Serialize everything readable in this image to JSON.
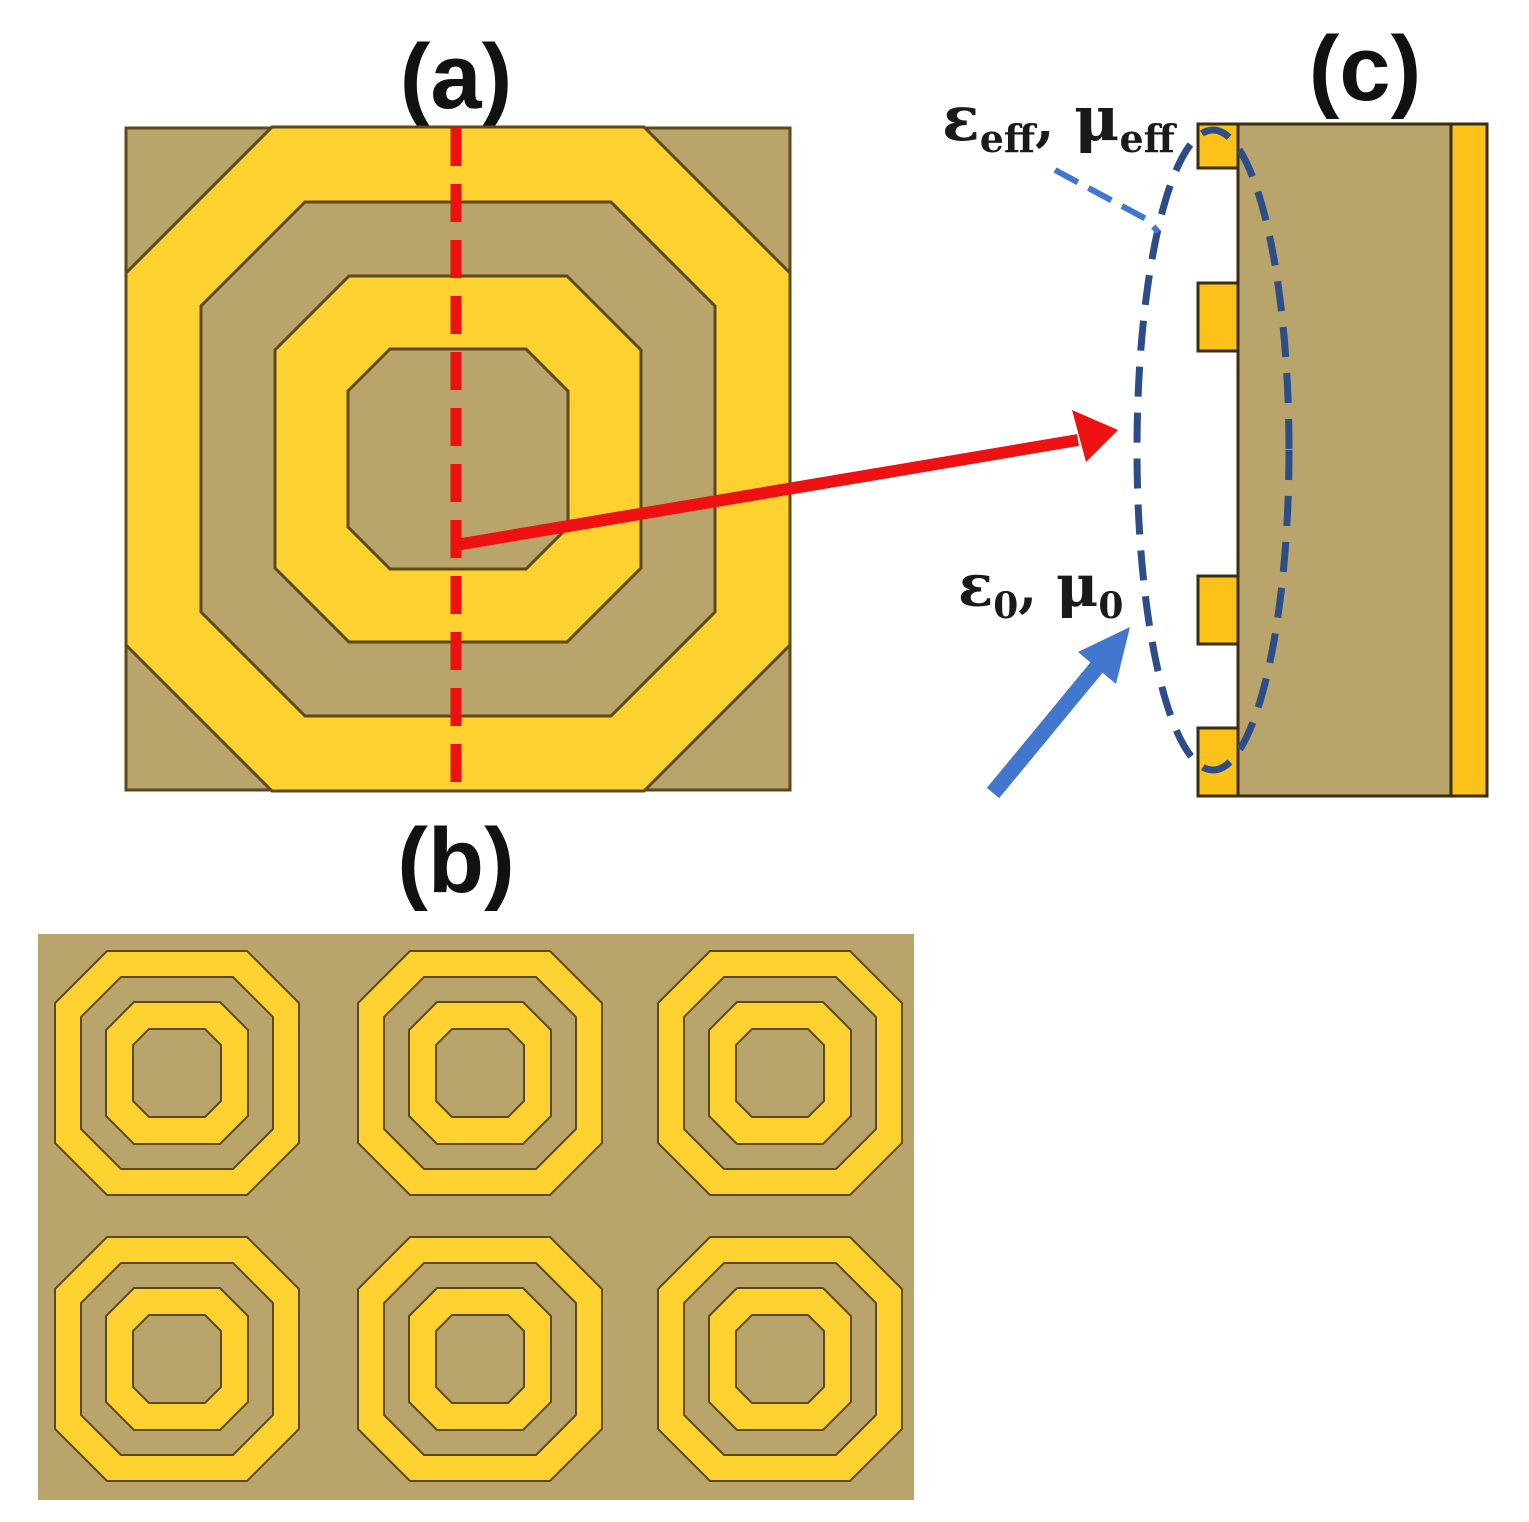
{
  "figure": {
    "labels": {
      "a": "(a)",
      "b": "(b)",
      "c": "(c)"
    },
    "effective_medium": {
      "eps": "ε",
      "eps_sub": "eff",
      "sep": ", ",
      "mu": "μ",
      "mu_sub": "eff"
    },
    "free_space": {
      "eps": "ε",
      "eps_sub": "0",
      "sep": ", ",
      "mu": "μ",
      "mu_sub": "0"
    }
  },
  "colors": {
    "substrate": "#b9a46c",
    "metal": "#fdd12f",
    "outline": "#5c4a1a",
    "ground": "#fcc21a",
    "red": "#ee1111",
    "blue_dash": "#2c4d88",
    "blue_arrow": "#4277cf"
  },
  "array": {
    "rows": 2,
    "cols": 3
  }
}
